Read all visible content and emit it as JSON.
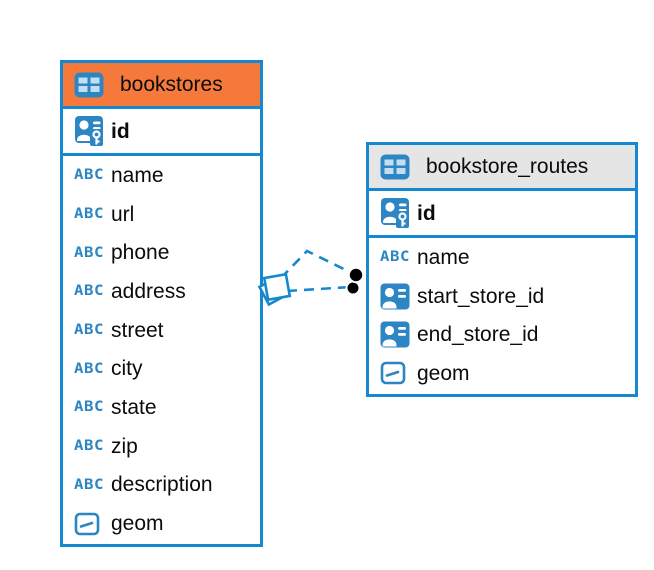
{
  "diagram": {
    "background": "#ffffff",
    "colors": {
      "table_border": "#1589CF",
      "icon_blue": "#2C86C4",
      "bookstores_header": "#F5793B",
      "bookstore_routes_header": "#E5E5E5",
      "relationship_line": "#1589CF",
      "endpoint_dot": "#000000",
      "text": "#0B0B0B"
    },
    "icons": {
      "text_type_label": "ABC"
    },
    "tables": [
      {
        "name": "bookstores",
        "header_style": "orange",
        "columns": [
          {
            "name": "id",
            "type_icon": "primary-key"
          },
          {
            "name": "name",
            "type_icon": "text"
          },
          {
            "name": "url",
            "type_icon": "text"
          },
          {
            "name": "phone",
            "type_icon": "text"
          },
          {
            "name": "address",
            "type_icon": "text"
          },
          {
            "name": "street",
            "type_icon": "text"
          },
          {
            "name": "city",
            "type_icon": "text"
          },
          {
            "name": "state",
            "type_icon": "text"
          },
          {
            "name": "zip",
            "type_icon": "text"
          },
          {
            "name": "description",
            "type_icon": "text"
          },
          {
            "name": "geom",
            "type_icon": "geometry"
          }
        ]
      },
      {
        "name": "bookstore_routes",
        "header_style": "gray",
        "columns": [
          {
            "name": "id",
            "type_icon": "primary-key"
          },
          {
            "name": "name",
            "type_icon": "text"
          },
          {
            "name": "start_store_id",
            "type_icon": "reference"
          },
          {
            "name": "end_store_id",
            "type_icon": "reference"
          },
          {
            "name": "geom",
            "type_icon": "geometry"
          }
        ]
      }
    ],
    "relationships": [
      {
        "from_table": "bookstores",
        "to_table": "bookstore_routes",
        "style": "dashed"
      },
      {
        "from_table": "bookstores",
        "to_table": "bookstore_routes",
        "style": "dashed"
      }
    ]
  }
}
